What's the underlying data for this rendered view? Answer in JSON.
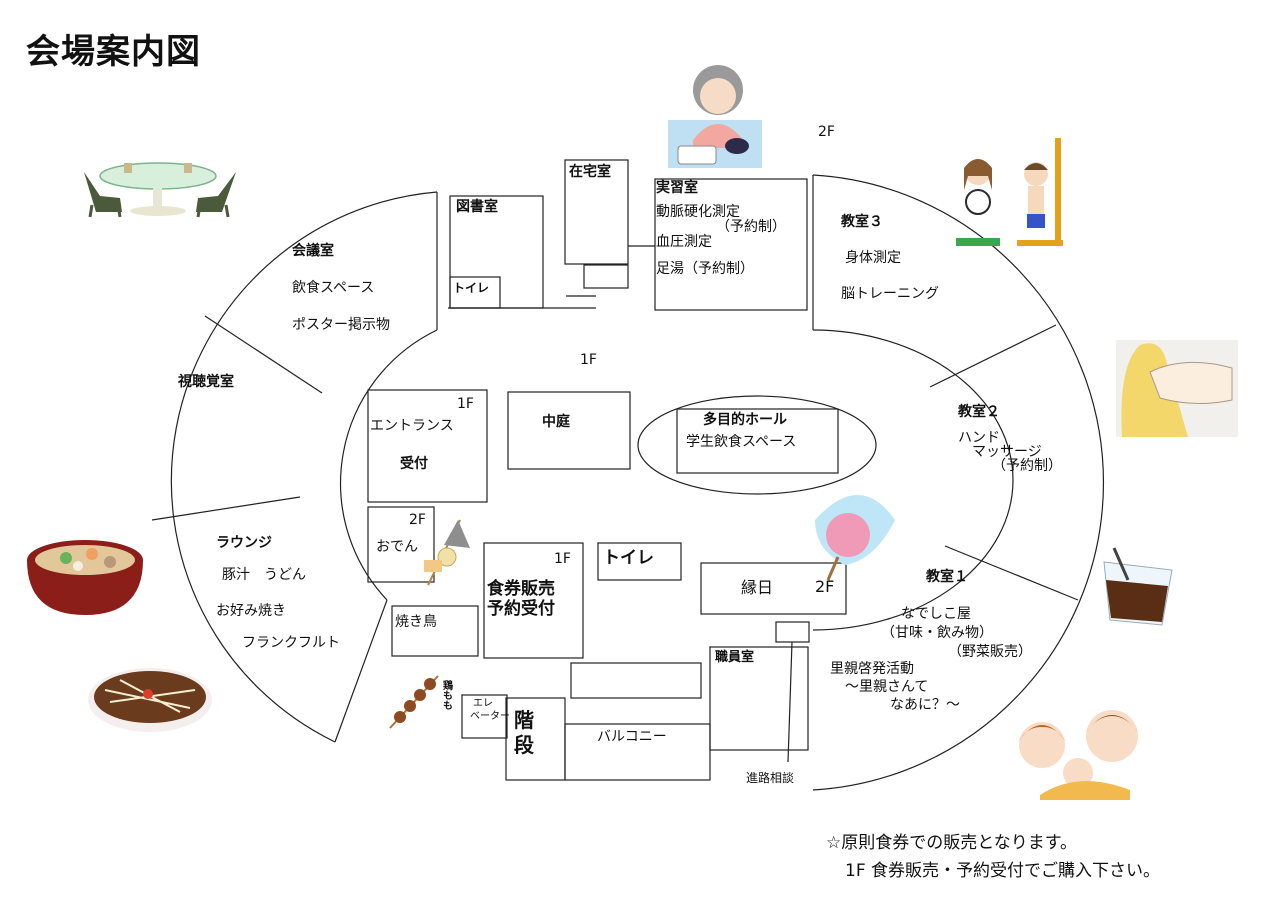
{
  "title": "会場案内図",
  "floor_labels": {
    "f2_top": "2F",
    "f1_center": "1F"
  },
  "rooms": {
    "meeting_room": {
      "name": "会議室",
      "items": [
        "飲食スペース",
        "ポスター掲示物"
      ]
    },
    "library": {
      "name": "図書室",
      "toilet": "トイレ"
    },
    "homecare_room": {
      "name": "在宅室"
    },
    "practice_room": {
      "name": "実習室",
      "items": [
        "動脈硬化測定",
        "（予約制）",
        "血圧測定",
        "足湯（予約制）"
      ]
    },
    "classroom3": {
      "name": "教室３",
      "items": [
        "身体測定",
        "脳トレーニング"
      ]
    },
    "av_room": {
      "name": "視聴覚室"
    },
    "entrance": {
      "floor": "1F",
      "name": "エントランス",
      "reception": "受付"
    },
    "courtyard": {
      "name": "中庭"
    },
    "hall": {
      "name": "多目的ホール",
      "sub": "学生飲食スペース"
    },
    "classroom2": {
      "name": "教室２",
      "items": [
        "ハンド",
        "マッサージ",
        "（予約制）"
      ]
    },
    "oden": {
      "floor": "2F",
      "name": "おでん"
    },
    "lounge": {
      "name": "ラウンジ",
      "items": [
        "豚汁　うどん",
        "お好み焼き",
        "フランクフルト"
      ]
    },
    "ticket": {
      "floor": "1F",
      "name": "食券販売",
      "sub": "予約受付"
    },
    "toilet_center": {
      "name": "トイレ"
    },
    "ennichi": {
      "name": "縁日",
      "floor": "2F"
    },
    "classroom1": {
      "name": "教室１",
      "items": [
        "なでしこ屋",
        "（甘味・飲み物）",
        "（野菜販売）",
        "里親啓発活動",
        "～里親さんて",
        "なあに？～"
      ]
    },
    "yakitori": {
      "name": "焼き鳥"
    },
    "staff_room": {
      "name": "職員室"
    },
    "elevator": {
      "line1": "エレ",
      "line2": "ベーター"
    },
    "stairs": {
      "line1": "階",
      "line2": "段"
    },
    "balcony": {
      "name": "バルコニー"
    },
    "career": {
      "name": "進路相談"
    }
  },
  "yakitori_sign": "鶏もも",
  "notes": [
    "☆原則食券での販売となります。",
    "1F 食券販売・予約受付でご購入下さい。"
  ],
  "icons": [
    "table-chairs-icon",
    "nurse-blood-pressure-icon",
    "children-measuring-icon",
    "hand-massage-icon",
    "tonjiru-bowl-icon",
    "okonomiyaki-icon",
    "oden-skewer-icon",
    "cotton-candy-icon",
    "yakitori-skewer-icon",
    "iced-coffee-icon",
    "family-icon"
  ]
}
